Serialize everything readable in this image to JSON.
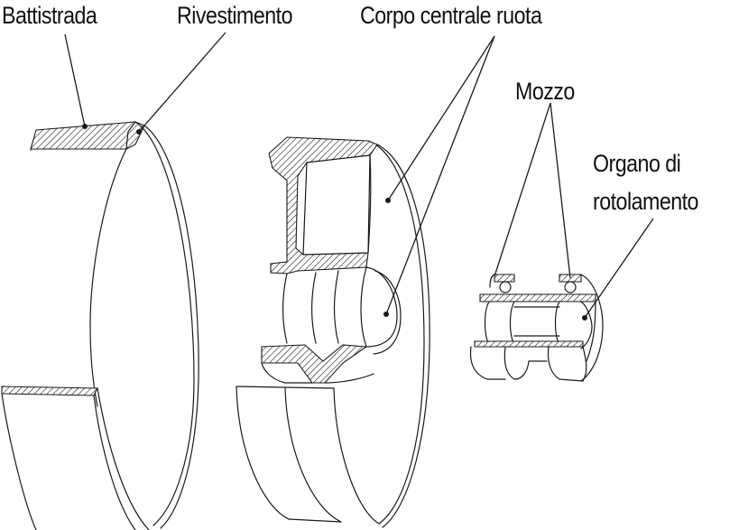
{
  "labels": {
    "battistrada": "Battistrada",
    "rivestimento": "Rivestimento",
    "corpo": "Corpo centrale ruota",
    "mozzo": "Mozzo",
    "organo_line1": "Organo di",
    "organo_line2": "rotolamento"
  },
  "colors": {
    "line": "#1a1a1a",
    "background": "#ffffff"
  }
}
